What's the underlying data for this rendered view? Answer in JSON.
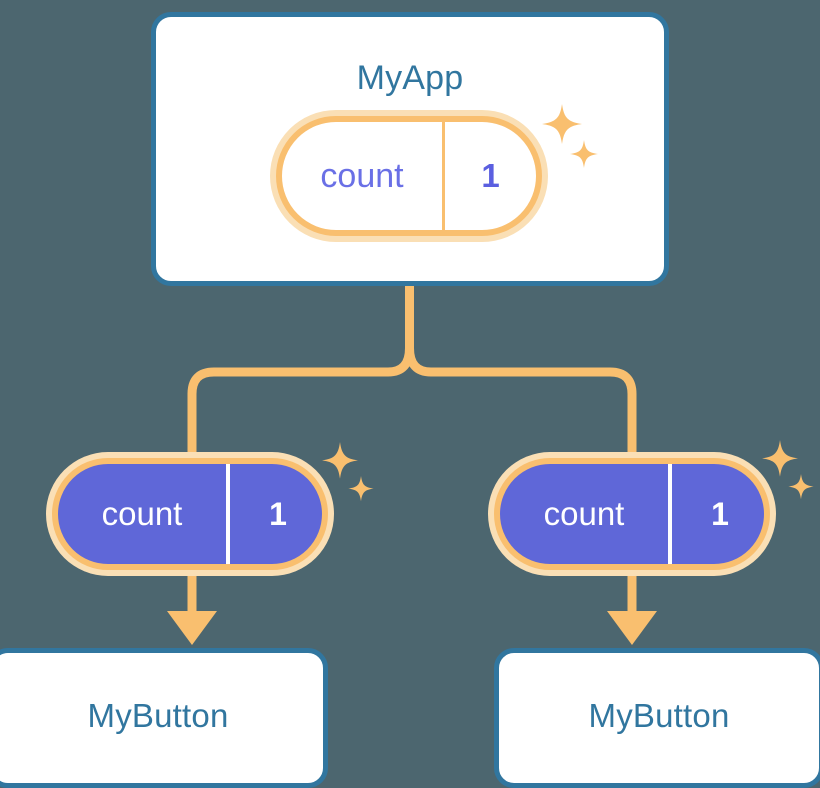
{
  "diagram": {
    "title_text": "MyApp",
    "type": "component-state-propagation-tree",
    "background_color": "#4c666f",
    "accent_blue": "#31769f",
    "accent_orange": "#f9bf6f",
    "accent_orange_pale": "#fadfb5",
    "accent_purple": "#5f67d8"
  },
  "app_node": {
    "label": "MyApp",
    "state": {
      "key": "count",
      "value": "1"
    },
    "sparkle_icon": "sparkle-icon"
  },
  "children": [
    {
      "label": "MyButton",
      "state": {
        "key": "count",
        "value": "1"
      },
      "sparkle_icon": "sparkle-icon"
    },
    {
      "label": "MyButton",
      "state": {
        "key": "count",
        "value": "1"
      },
      "sparkle_icon": "sparkle-icon"
    }
  ]
}
